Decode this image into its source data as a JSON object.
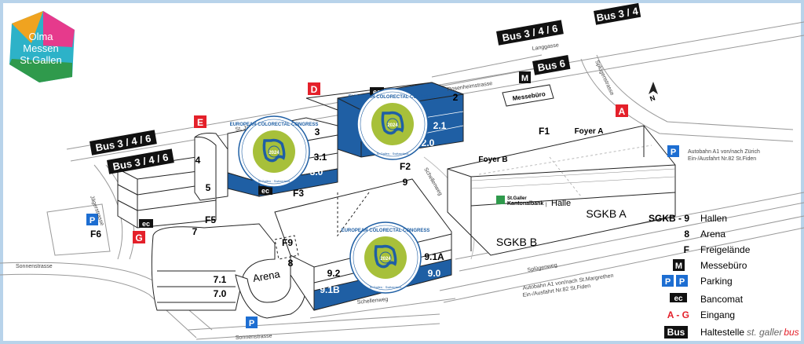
{
  "logo": {
    "line1": "Olma",
    "line2": "Messen",
    "line3": "St.Gallen"
  },
  "bus_labels": [
    "Bus 3 / 4 / 6",
    "Bus 3 / 4",
    "Bus 6",
    "Bus 3 / 4 / 6",
    "Bus 3 / 4 / 6"
  ],
  "entrances": [
    "A",
    "D",
    "E",
    "G"
  ],
  "streets": {
    "langgasse": "Langgasse",
    "rosenheimstrasse": "Rosenheimstrasse",
    "st_jakobstrasse": "St. Jakobstrasse",
    "jaegerstrasse": "Jägerstrasse",
    "sonnenstrasse_1": "Sonnenstrasse",
    "sonnenstrasse_2": "Sonnenstrasse",
    "schellenweg_1": "Schellenweg",
    "schellenweg_2": "Schellenweg",
    "spluegenweg": "Splügenweg",
    "spluegenstrasse": "Splügenstrasse",
    "autobahn_zurich_1": "Autobahn A1 von/nach Zürich",
    "autobahn_zurich_2": "Ein-/Ausfahrt Nr.82 St.Fiden",
    "autobahn_stmargrethen_1": "Autobahn A1 von/nach St.Margrethen",
    "autobahn_stmargrethen_2": "Ein-/Ausfahrt Nr.82 St.Fiden"
  },
  "halls": {
    "h2": "2",
    "h21": "2.1",
    "h20": "2.0",
    "h3": "3",
    "h31": "3.1",
    "h30": "3.0",
    "h4": "4",
    "h5": "5",
    "h7": "7",
    "h71": "7.1",
    "h70": "7.0",
    "h8": "8",
    "h9": "9",
    "h92": "9.2",
    "h91b": "9.1B",
    "h91a": "9.1A",
    "h90": "9.0"
  },
  "areas": {
    "f1": "F1",
    "f2": "F2",
    "f3": "F3",
    "f5": "F5",
    "f6": "F6",
    "f9": "F9"
  },
  "sgkb": {
    "foyer_a": "Foyer A",
    "foyer_b": "Foyer B",
    "sgkb_a": "SGKB A",
    "sgkb_b": "SGKB B",
    "bank_line1": "St.Galler",
    "bank_line2": "Kantonalbank",
    "halle": "Halle"
  },
  "arena_label": "Arena",
  "messebuero_label": "Messebüro",
  "north": "N",
  "congress_badge": {
    "name": "EUROPEAN COLORECTAL CONGRESS",
    "year": "2024",
    "place": "St.Gallen · Switzerland"
  },
  "legend": [
    {
      "symbol": "SGKB - 9",
      "label": "Hallen"
    },
    {
      "symbol": "8",
      "label": "Arena"
    },
    {
      "symbol": "F",
      "label": "Freigelände"
    },
    {
      "symbol": "M",
      "label": "Messebüro"
    },
    {
      "symbol": "P",
      "label": "Parking"
    },
    {
      "symbol": "ec",
      "label": "Bancomat"
    },
    {
      "symbol": "A - G",
      "label": "Eingang"
    },
    {
      "symbol": "Bus",
      "label": "Haltestelle"
    }
  ],
  "legend_brand": {
    "prefix": "st. galler",
    "suffix": "bus"
  },
  "colors": {
    "hall_blue": "#1f5fa4",
    "entrance_red": "#e4202a",
    "parking_blue": "#1d6ed2",
    "badge_green": "#a7c03a",
    "badge_ring": "#ffffff",
    "frame": "#b8d3ea"
  }
}
